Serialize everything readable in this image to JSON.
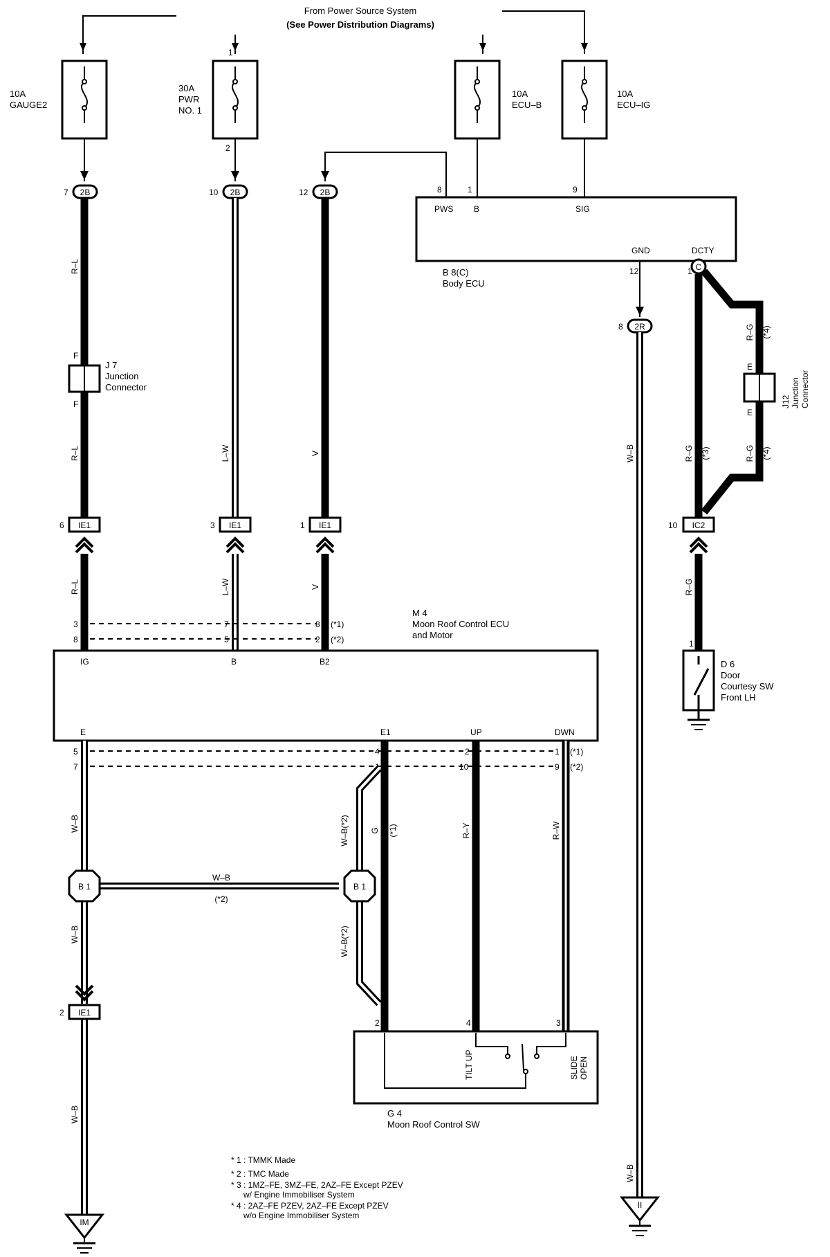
{
  "power_source": {
    "line1": "From Power Source System",
    "line2": "(See Power Distribution Diagrams)"
  },
  "fuses": [
    {
      "amp": "10A",
      "name": "GAUGE2",
      "name2": ""
    },
    {
      "amp": "30A",
      "name": "PWR",
      "name2": "NO. 1"
    },
    {
      "amp": "10A",
      "name": "ECU–B",
      "name2": ""
    },
    {
      "amp": "10A",
      "name": "ECU–IG",
      "name2": ""
    }
  ],
  "fuse_pins": {
    "in": "1",
    "out": "2"
  },
  "connectors": {
    "c2B": "2B",
    "c2R": "2R",
    "cIE1": "IE1",
    "cIC2": "IC2",
    "cC": "C",
    "cB1": "B 1",
    "cIM": "IM",
    "cII": "II"
  },
  "pins": {
    "p7": "7",
    "p10": "10",
    "p12": "12",
    "p8": "8",
    "p6": "6",
    "p3": "3",
    "p1": "1",
    "p9": "9",
    "p2": "2",
    "p4": "4",
    "p5": "5",
    "p11": "1",
    "p12b": "12"
  },
  "wire_colors": {
    "RL": "R–L",
    "LW": "L–W",
    "V": "V",
    "WB": "W–B",
    "RG": "R–G",
    "G": "G",
    "RY": "R–Y",
    "RW": "R–W",
    "WB2": "W–B(*2)"
  },
  "notes_tags": {
    "n1": "(*1)",
    "n2": "(*2)",
    "n3": "(*3)",
    "n4": "(*4)"
  },
  "body_ecu": {
    "id": "B 8(C)",
    "name": "Body ECU",
    "terminals": {
      "pws": "PWS",
      "b": "B",
      "sig": "SIG",
      "gnd": "GND",
      "dcty": "DCTY"
    }
  },
  "j7": {
    "id": "J 7",
    "line1": "Junction",
    "line2": "Connector",
    "pin": "F"
  },
  "j12": {
    "id": "J12",
    "line1": "Junction",
    "line2": "Connector",
    "pin": "E"
  },
  "moon_roof_ecu": {
    "id": "M 4",
    "line1": "Moon Roof Control ECU",
    "line2": "and Motor",
    "terminals": {
      "ig": "IG",
      "b": "B",
      "b2": "B2",
      "e": "E",
      "e1": "E1",
      "up": "UP",
      "dwn": "DWN"
    }
  },
  "door_sw": {
    "id": "D 6",
    "line1": "Door",
    "line2": "Courtesy SW",
    "line3": "Front LH"
  },
  "moon_roof_sw": {
    "id": "G 4",
    "name": "Moon Roof Control SW",
    "tilt": "TILT UP",
    "slide": "SLIDE",
    "open": "OPEN"
  },
  "footnotes": [
    "* 1 : TMMK Made",
    "* 2 : TMC Made",
    "* 3 : 1MZ–FE, 3MZ–FE, 2AZ–FE Except PZEV",
    "w/ Engine Immobiliser System",
    "* 4 : 2AZ–FE PZEV, 2AZ–FE Except PZEV",
    "w/o Engine Immobiliser System"
  ]
}
